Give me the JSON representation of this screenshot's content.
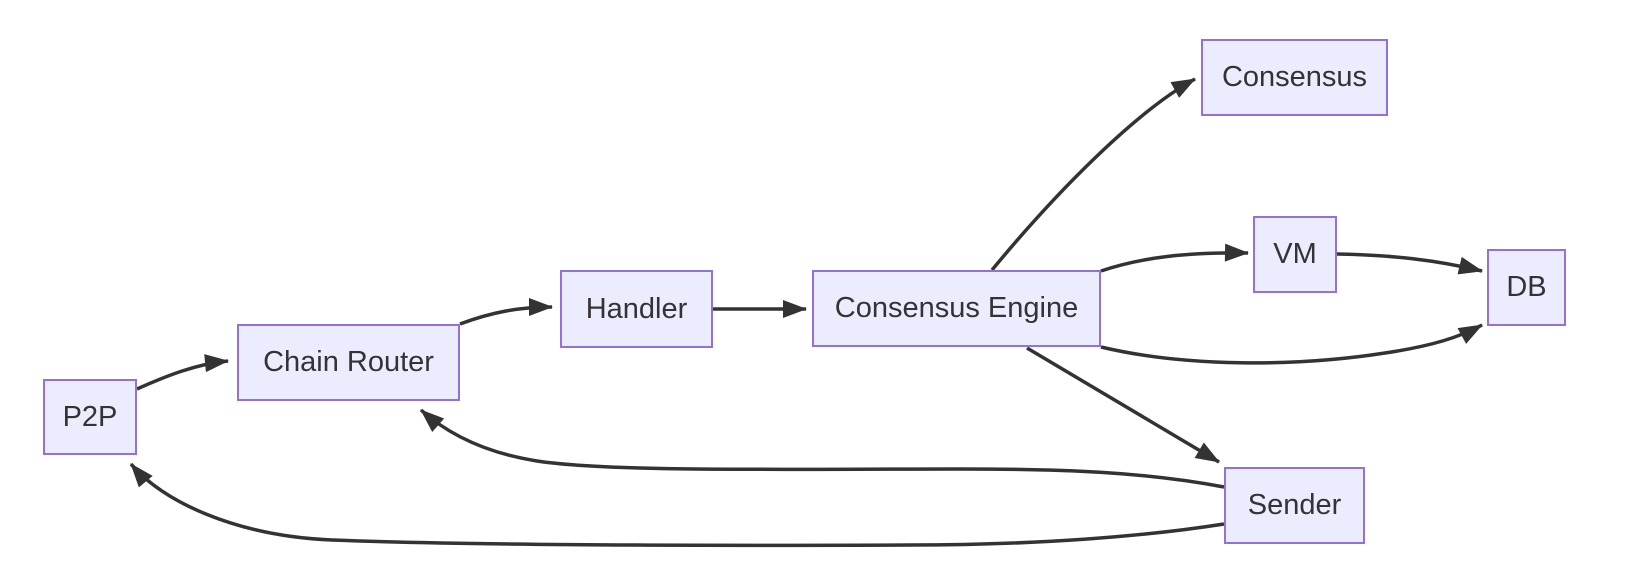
{
  "diagram": {
    "type": "flowchart",
    "direction": "left-to-right",
    "colors": {
      "background": "#ffffff",
      "node_fill": "#ECECFF",
      "node_border": "#9370DB",
      "edge_stroke": "#333333",
      "text": "#333333"
    },
    "nodes": {
      "p2p": {
        "label": "P2P"
      },
      "chain_router": {
        "label": "Chain Router"
      },
      "handler": {
        "label": "Handler"
      },
      "consensus_engine": {
        "label": "Consensus Engine"
      },
      "consensus": {
        "label": "Consensus"
      },
      "vm": {
        "label": "VM"
      },
      "db": {
        "label": "DB"
      },
      "sender": {
        "label": "Sender"
      }
    },
    "edges": [
      {
        "from": "P2P",
        "to": "Chain Router"
      },
      {
        "from": "Chain Router",
        "to": "Handler"
      },
      {
        "from": "Handler",
        "to": "Consensus Engine"
      },
      {
        "from": "Consensus Engine",
        "to": "Consensus"
      },
      {
        "from": "Consensus Engine",
        "to": "VM"
      },
      {
        "from": "VM",
        "to": "DB"
      },
      {
        "from": "Consensus Engine",
        "to": "DB"
      },
      {
        "from": "Consensus Engine",
        "to": "Sender"
      },
      {
        "from": "Sender",
        "to": "Chain Router"
      },
      {
        "from": "Sender",
        "to": "P2P"
      }
    ]
  }
}
